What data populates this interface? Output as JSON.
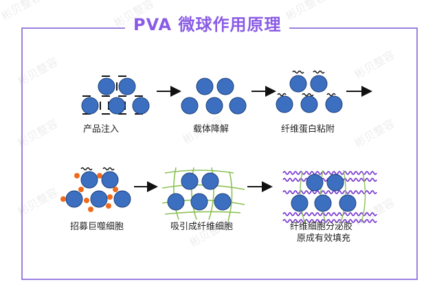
{
  "title": "PVA 微球作用原理",
  "watermark": "彬贝整容",
  "colors": {
    "frame": "#9b7fe0",
    "title": "#8a5ce6",
    "sphere": "#3c6fc0",
    "sphere_stroke": "#1d3f7a",
    "fiber": "#8cc152",
    "macrophage": "#f06a1a",
    "collagen": "#7b3fd1"
  },
  "steps": [
    {
      "label": "产品注入"
    },
    {
      "label": "载体降解"
    },
    {
      "label": "纤维蛋白粘附"
    },
    {
      "label": "招募巨噬细胞"
    },
    {
      "label": "吸引成纤维细胞"
    },
    {
      "label_line1": "纤维细胞分泌胶",
      "label_line2": "原成有效填充"
    }
  ]
}
